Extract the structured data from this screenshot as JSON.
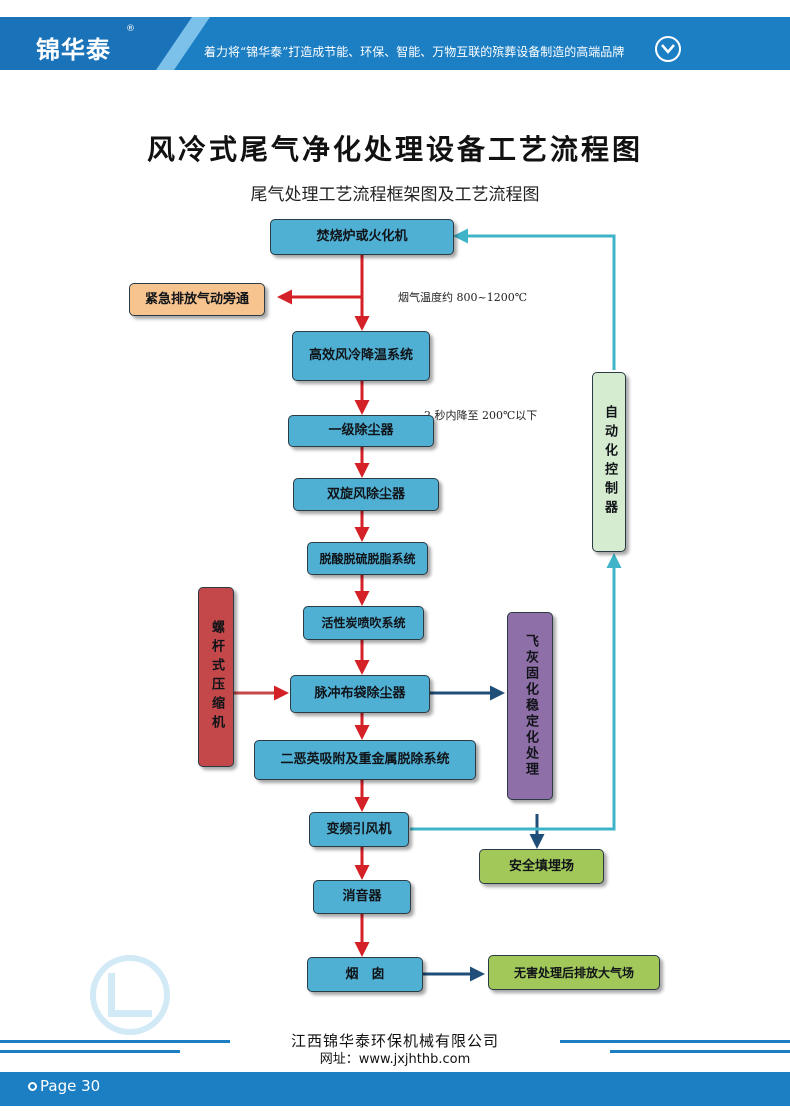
{
  "header": {
    "logo_text": "锦华泰",
    "logo_mark": "®",
    "slogan": "着力将“锦华泰”打造成节能、环保、智能、万物互联的殡葬设备制造的高端品牌",
    "nav_icon": "chevron-down-icon"
  },
  "title": "风冷式尾气净化处理设备工艺流程图",
  "subtitle": "尾气处理工艺流程框架图及工艺流程图",
  "flow": {
    "incinerator": "焚烧炉或火化机",
    "bypass": "紧急排放气动旁通",
    "temp_note": "烟气温度约 800~1200℃",
    "cooling": "高效风冷降温系统",
    "cool_note": "2 秒内降至 200℃以下",
    "dust1": "一级除尘器",
    "cyclone": "双旋风除尘器",
    "desulf": "脱酸脱硫脱脂系统",
    "carbon": "活性炭喷吹系统",
    "bag": "脉冲布袋除尘器",
    "dioxin": "二恶英吸附及重金属脱除系统",
    "fan": "变频引风机",
    "muffler": "消音器",
    "chimney": "烟　囱",
    "compressor": "螺杆式压缩机",
    "ash": "飞灰固化稳定化处理",
    "landfill": "安全填埋场",
    "auto": "自动化控制器",
    "discharge": "无害处理后排放大气场"
  },
  "colors": {
    "process_box": "#4fb0d4",
    "arrow_main": "#d42027",
    "arrow_control": "#3fb3c8",
    "arrow_ash": "#1f4e79"
  },
  "footer": {
    "company": "江西锦华泰环保机械有限公司",
    "website": "网址：www.jxjhthb.com",
    "page": "Page 30"
  }
}
